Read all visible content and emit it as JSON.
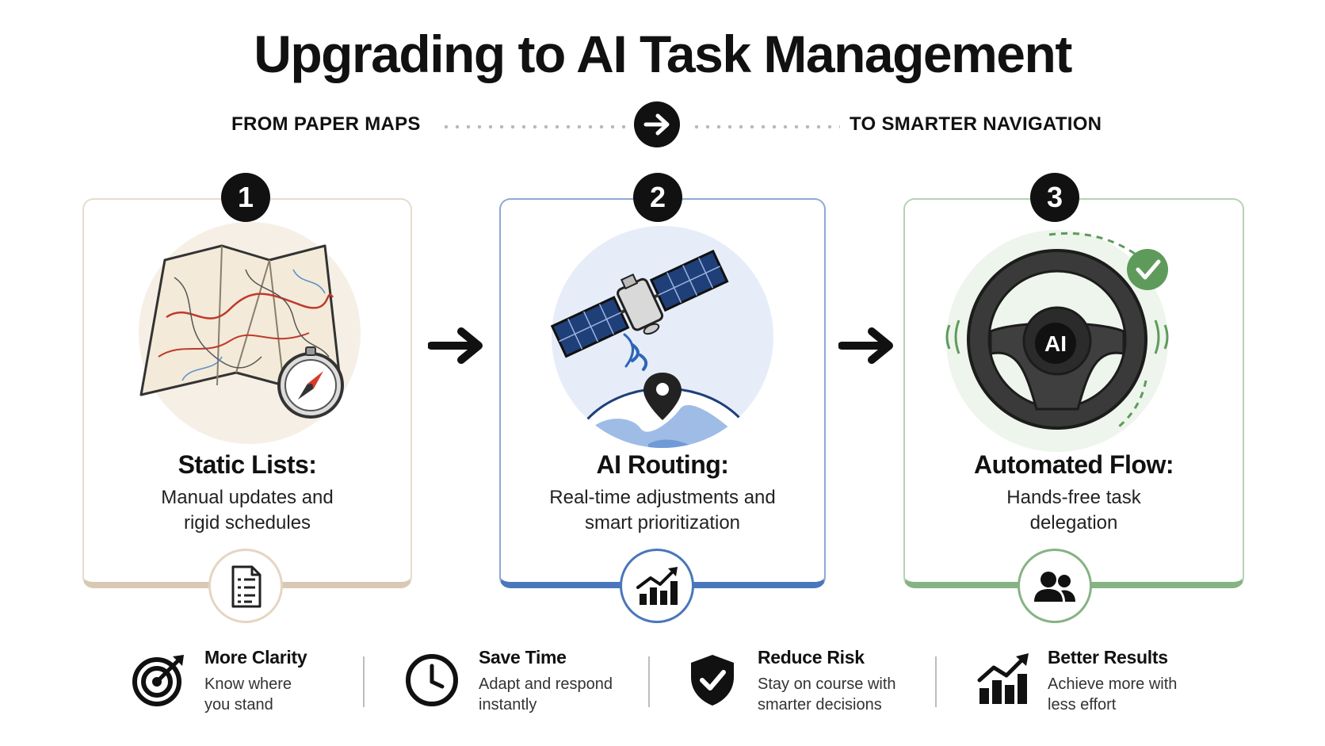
{
  "header": {
    "title": "Upgrading to AI Task Management",
    "from_label": "FROM PAPER MAPS",
    "to_label": "TO SMARTER NAVIGATION"
  },
  "cards": [
    {
      "number": "1",
      "title": "Static Lists:",
      "desc_line1": "Manual updates and",
      "desc_line2": "rigid schedules",
      "accent": "#dac9b2"
    },
    {
      "number": "2",
      "title": "AI Routing:",
      "desc_line1": "Real-time adjustments and",
      "desc_line2": "smart prioritization",
      "accent": "#4a76bb"
    },
    {
      "number": "3",
      "title": "Automated Flow:",
      "desc_line1": "Hands-free task",
      "desc_line2": "delegation",
      "accent": "#86b383",
      "wheel_label": "AI"
    }
  ],
  "benefits": [
    {
      "title": "More Clarity",
      "desc_line1": "Know where",
      "desc_line2": "you stand",
      "icon": "target-icon"
    },
    {
      "title": "Save Time",
      "desc_line1": "Adapt and respond",
      "desc_line2": "instantly",
      "icon": "clock-icon"
    },
    {
      "title": "Reduce Risk",
      "desc_line1": "Stay on course with",
      "desc_line2": "smarter decisions",
      "icon": "shield-check-icon"
    },
    {
      "title": "Better Results",
      "desc_line1": "Achieve more with",
      "desc_line2": "less effort",
      "icon": "growth-chart-icon"
    }
  ]
}
